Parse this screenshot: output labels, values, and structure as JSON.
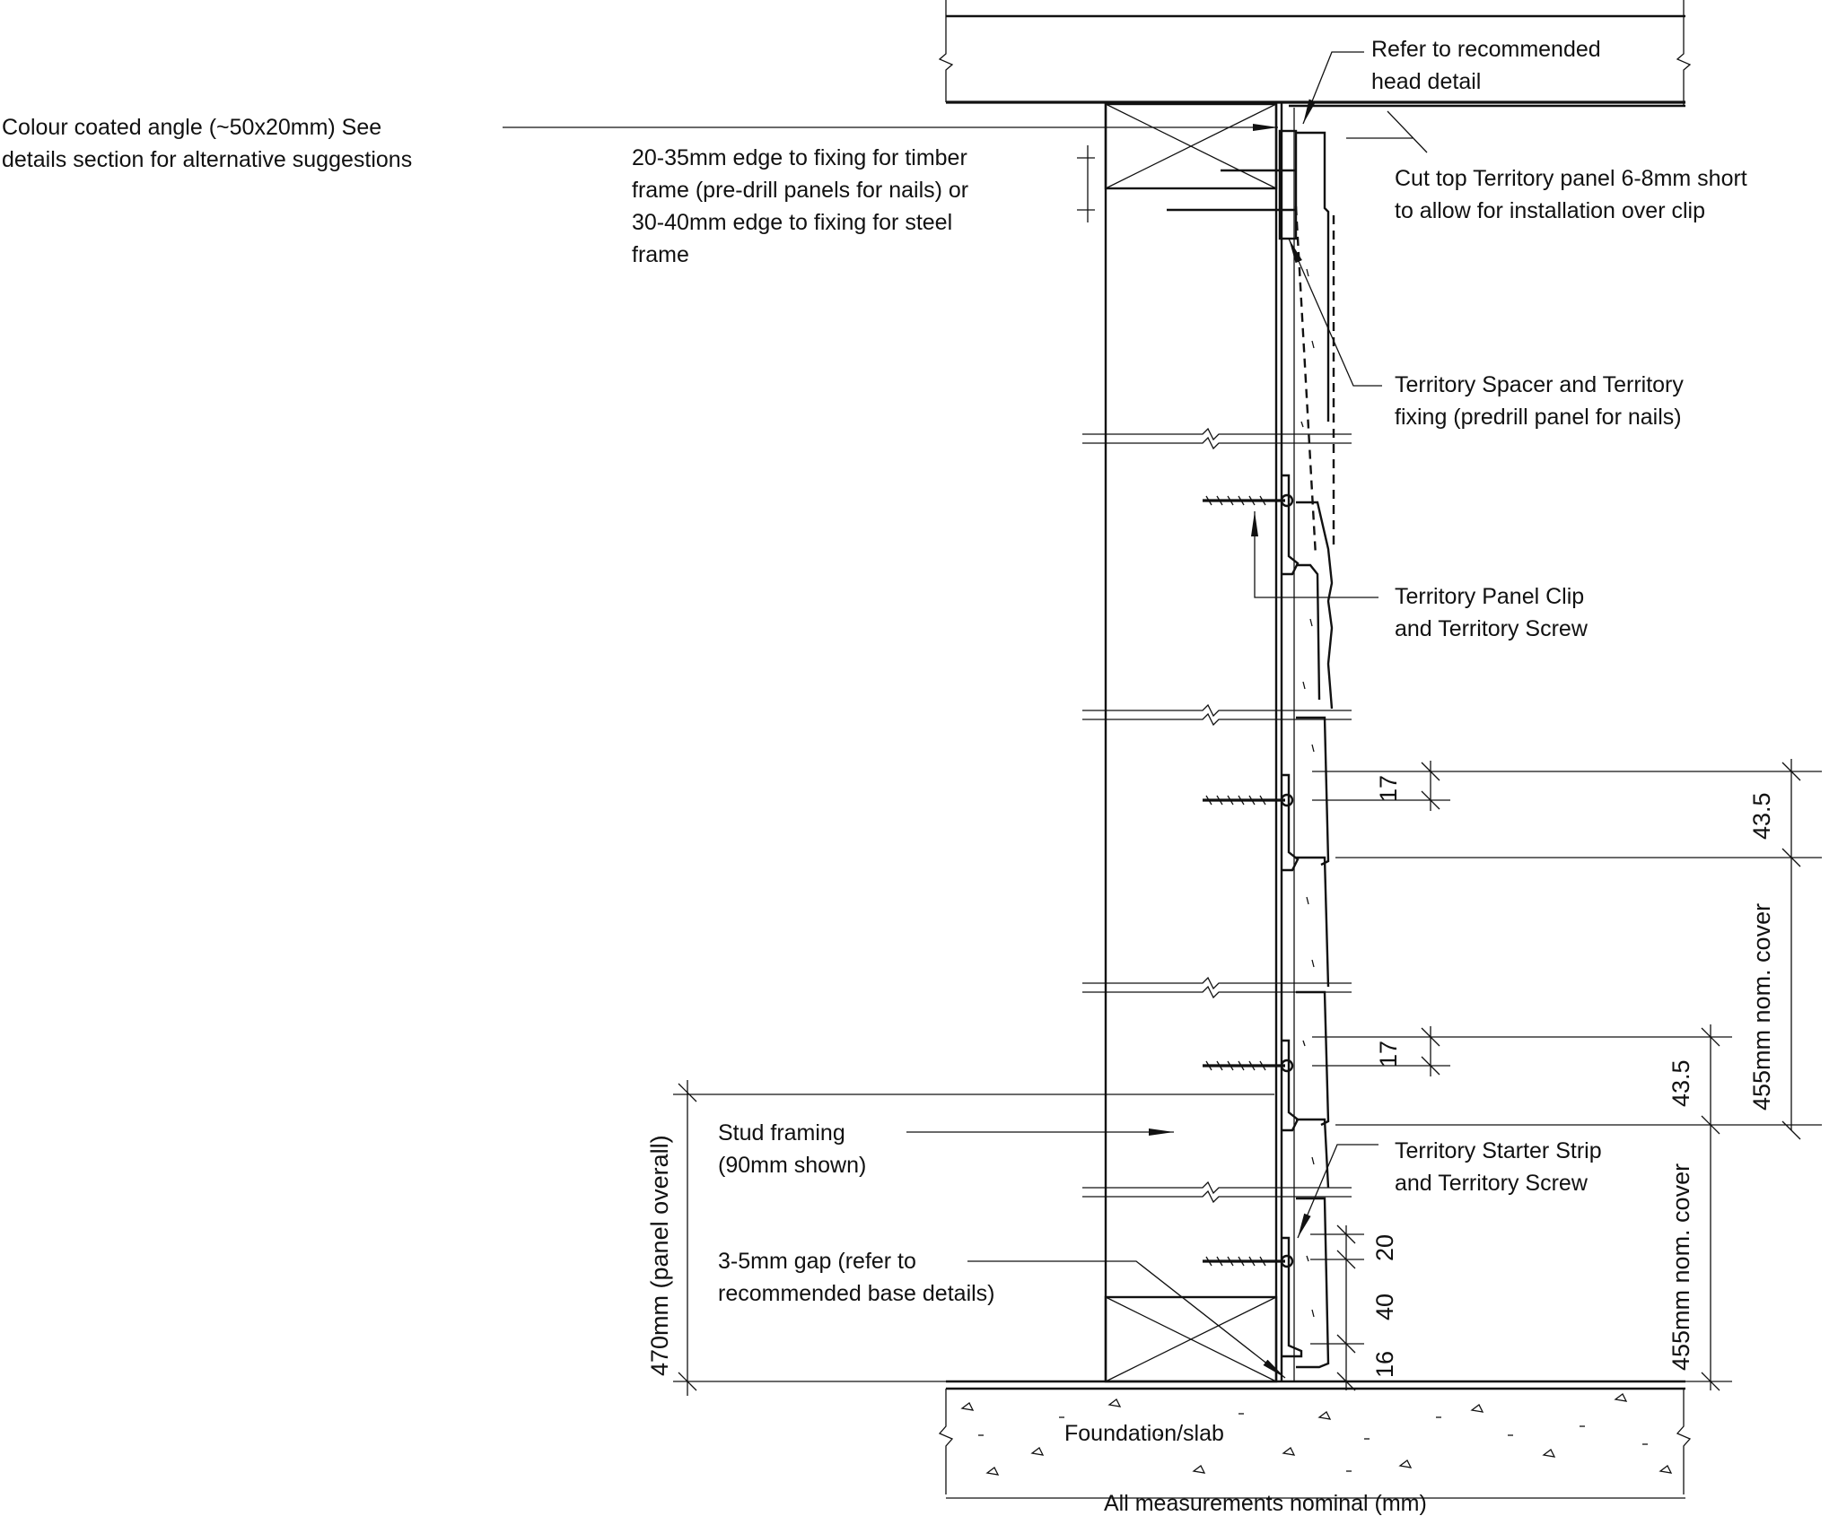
{
  "labels": {
    "head_detail": [
      "Refer to recommended",
      "head detail"
    ],
    "angle": [
      "Colour coated angle (~50x20mm) See",
      "details section for alternative suggestions"
    ],
    "edge_fixing": [
      "20-35mm edge to fixing for timber",
      "frame (pre-drill panels for nails) or",
      "30-40mm edge to fixing for steel",
      "frame"
    ],
    "cut_top": [
      "Cut top Territory panel 6-8mm short",
      "to allow for installation over clip"
    ],
    "spacer": [
      "Territory Spacer and Territory",
      "fixing (predrill panel for nails)"
    ],
    "panel_clip": [
      "Territory Panel Clip",
      "and Territory Screw"
    ],
    "stud": [
      "Stud framing",
      "(90mm shown)"
    ],
    "starter": [
      "Territory Starter Strip",
      "and Territory Screw"
    ],
    "gap": [
      "3-5mm gap (refer to",
      "recommended base details)"
    ],
    "foundation": "Foundation/slab",
    "footer": "All measurements nominal (mm)"
  },
  "dimensions": {
    "clip_upper": "17",
    "clip_lower": "17",
    "lap_upper": "43.5",
    "lap_lower": "43.5",
    "cover_upper": "455mm nom. cover",
    "cover_lower": "455mm nom. cover",
    "panel_overall": "470mm (panel overall)",
    "starter_20": "20",
    "starter_40": "40",
    "starter_16": "16"
  }
}
